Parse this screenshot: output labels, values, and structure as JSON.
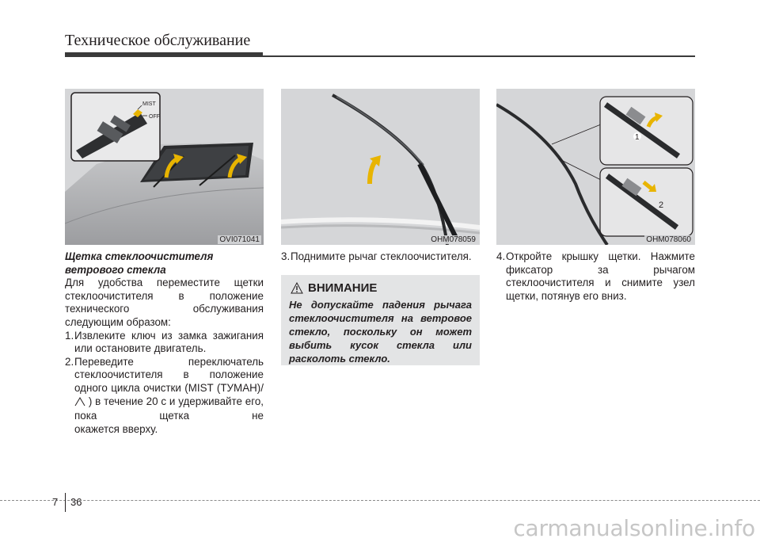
{
  "header": {
    "title": "Техническое обслуживание"
  },
  "figures": [
    {
      "code": "OVI071041",
      "labels": {
        "mist": "MIST",
        "off": "OFF"
      }
    },
    {
      "code": "OHM078059"
    },
    {
      "code": "OHM078060",
      "labels": {
        "one": "1",
        "two": "2"
      }
    }
  ],
  "col1": {
    "subheading_line1": "Щетка стеклоочистителя",
    "subheading_line2": "ветрового стекла",
    "intro": "Для удобства переместите щетки стеклоочистителя в положение технического обслуживания",
    "intro_last": "следующим образом:",
    "step1_num": "1.",
    "step1_text": "Извлеките ключ из замка зажигания или остановите двигатель.",
    "step2_num": "2.",
    "step2_a": "Переведите переключатель стеклоочистителя в положение одного цикла очистки (MIST (ТУМАН)/",
    "step2_b": ") в течение 20 с и удерживайте его, пока щетка не",
    "step2_c": "окажется вверху."
  },
  "col2": {
    "step3_num": "3.",
    "step3_text": "Поднимите рычаг стеклоочистителя."
  },
  "warning": {
    "title": "ВНИМАНИЕ",
    "body": "Не допускайте падения рычага стеклоочистителя на ветровое стекло, поскольку он может выбить кусок стекла или",
    "body_last": "расколоть стекло."
  },
  "col3": {
    "step4_num": "4.",
    "step4_text": "Откройте крышку щетки. Нажмите фиксатор за рычагом стеклоочистителя и снимите узел",
    "step4_last": "щетки, потянув его вниз."
  },
  "footer": {
    "section": "7",
    "page": "36"
  },
  "watermark": "carmanualsonline.info",
  "colors": {
    "accent_arrow": "#e8b400",
    "figure_bg": "#d5d6d8",
    "warning_bg": "#e3e4e5"
  }
}
